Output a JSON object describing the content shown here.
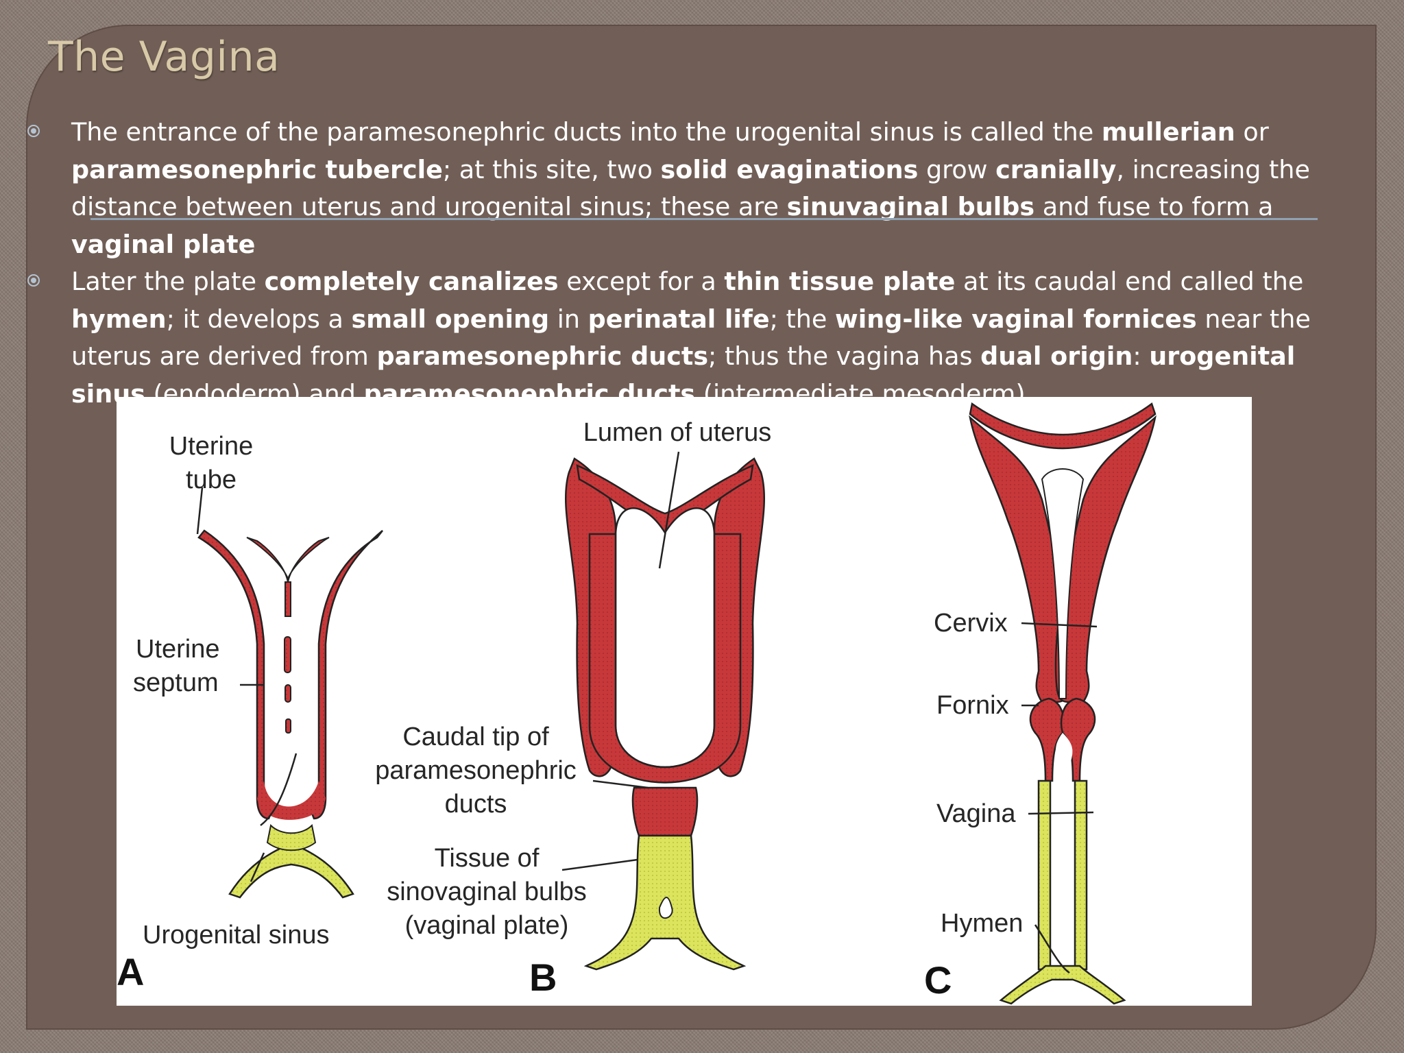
{
  "slide": {
    "title": "The Vagina",
    "bullets": [
      {
        "runs": [
          {
            "t": "The entrance of the paramesonephric ducts into the urogenital sinus is called the ",
            "b": false
          },
          {
            "t": "mullerian",
            "b": true
          },
          {
            "t": " or ",
            "b": false
          },
          {
            "t": "paramesonephric tubercle",
            "b": true
          },
          {
            "t": "; at this site, two ",
            "b": false
          },
          {
            "t": "solid evaginations",
            "b": true
          },
          {
            "t": " grow ",
            "b": false
          },
          {
            "t": "cranially",
            "b": true
          },
          {
            "t": ", increasing the distance between uterus and urogenital sinus; these are ",
            "b": false
          },
          {
            "t": "sinuvaginal bulbs",
            "b": true
          },
          {
            "t": " and fuse to form a ",
            "b": false
          },
          {
            "t": "vaginal plate",
            "b": true
          }
        ]
      },
      {
        "runs": [
          {
            "t": "Later the plate ",
            "b": false
          },
          {
            "t": "completely canalizes",
            "b": true
          },
          {
            "t": " except for a ",
            "b": false
          },
          {
            "t": "thin tissue plate",
            "b": true
          },
          {
            "t": " at its caudal end called the ",
            "b": false
          },
          {
            "t": "hymen",
            "b": true
          },
          {
            "t": "; it develops a ",
            "b": false
          },
          {
            "t": "small opening",
            "b": true
          },
          {
            "t": " in ",
            "b": false
          },
          {
            "t": "perinatal life",
            "b": true
          },
          {
            "t": "; the ",
            "b": false
          },
          {
            "t": "wing-like vaginal fornices",
            "b": true
          },
          {
            "t": " near the uterus are derived from ",
            "b": false
          },
          {
            "t": "paramesonephric ducts",
            "b": true
          },
          {
            "t": "; thus the vagina has ",
            "b": false
          },
          {
            "t": "dual origin",
            "b": true
          },
          {
            "t": ": ",
            "b": false
          },
          {
            "t": "urogenital sinus",
            "b": true
          },
          {
            "t": " (endoderm) and ",
            "b": false
          },
          {
            "t": "paramesonephric ducts",
            "b": true
          },
          {
            "t": " (intermediate mesoderm)",
            "b": false
          }
        ]
      }
    ]
  },
  "figure": {
    "panel_a": {
      "letter": "A",
      "uterine_tube": [
        "Uterine",
        "tube"
      ],
      "uterine_septum": [
        "Uterine",
        "septum"
      ],
      "urogenital_sinus": "Urogenital sinus"
    },
    "panel_b": {
      "letter": "B",
      "lumen_of_uterus": "Lumen of uterus",
      "caudal_tip": [
        "Caudal tip of",
        "paramesonephric",
        "ducts"
      ],
      "tissue": [
        "Tissue of",
        "sinovaginal bulbs",
        "(vaginal plate)"
      ]
    },
    "panel_c": {
      "letter": "C",
      "cervix": "Cervix",
      "fornix": "Fornix",
      "vagina": "Vagina",
      "hymen": "Hymen"
    }
  },
  "colors": {
    "tissue_red": "#c7383a",
    "tissue_yellow": "#dbe45c",
    "slide_bg": "#715f57",
    "title": "#d8c9a8",
    "bullet_marker": "#b5c4d2"
  },
  "icons": [
    "bullet-circle-icon"
  ]
}
